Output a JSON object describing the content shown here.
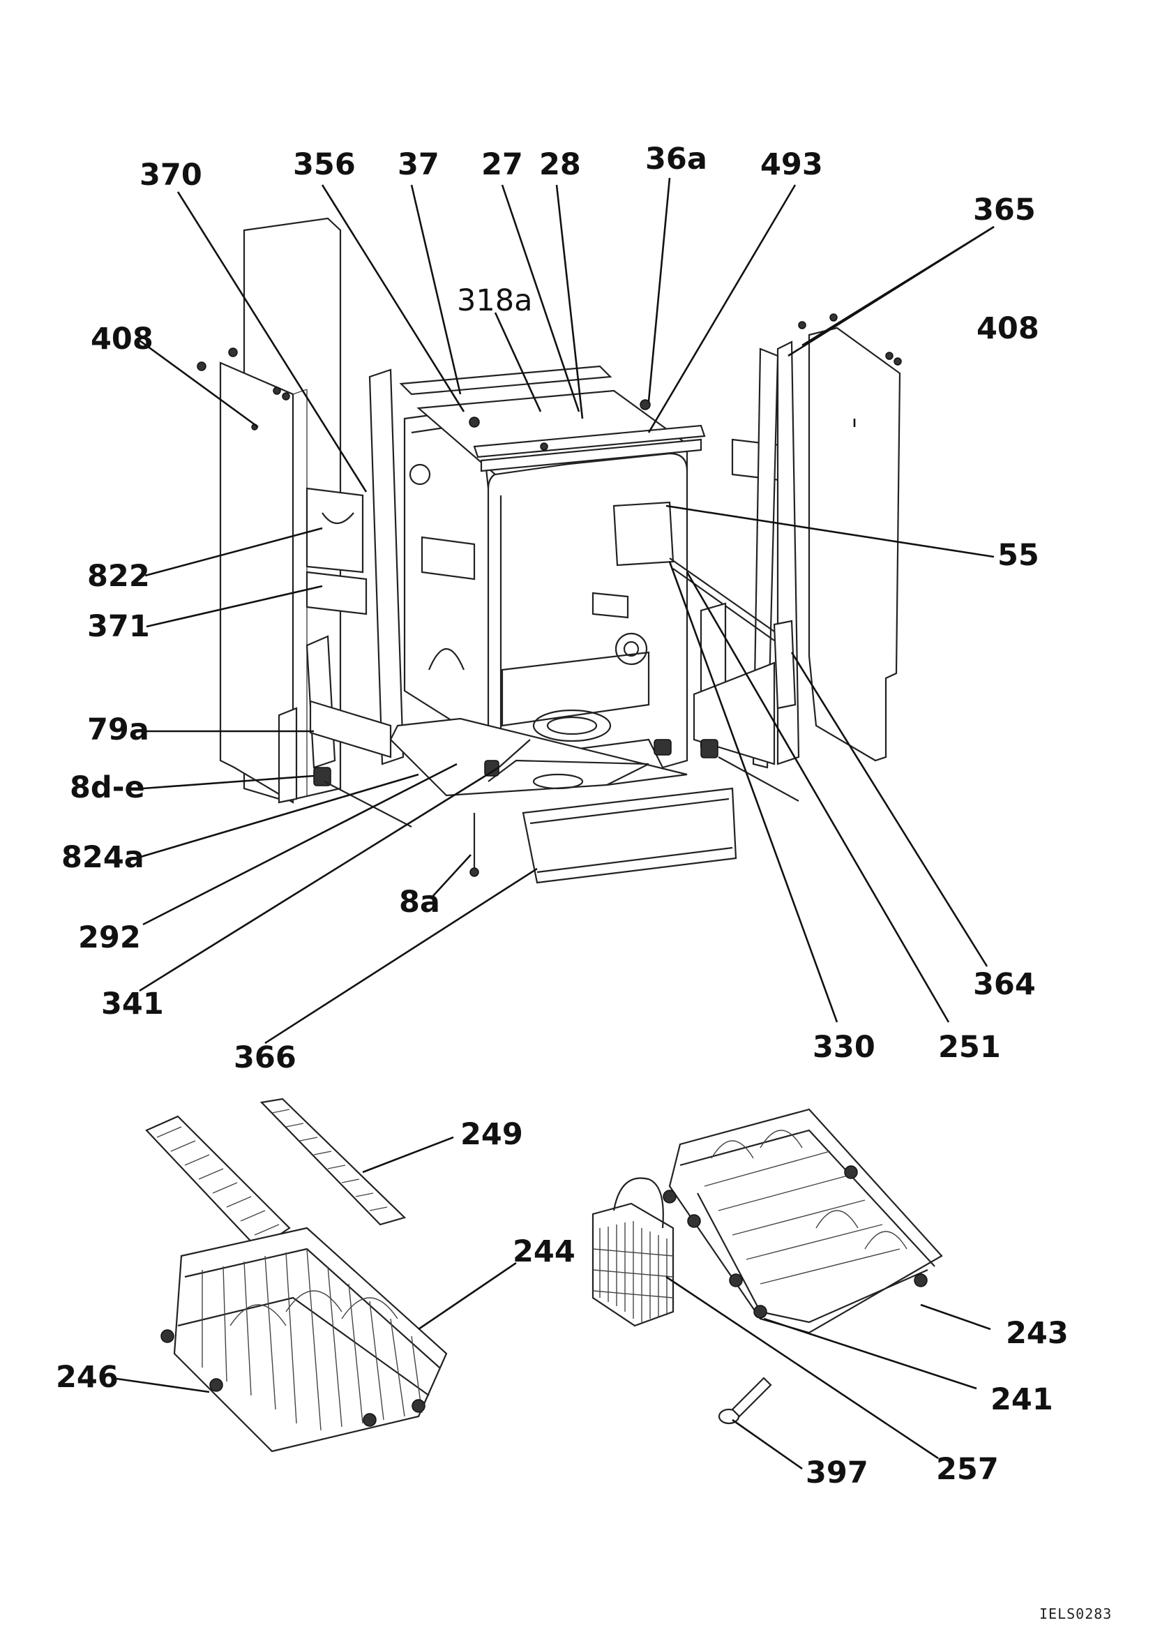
{
  "document_code": "IELS0283",
  "callouts": {
    "c370": "370",
    "c356": "356",
    "c37": "37",
    "c27": "27",
    "c28": "28",
    "c36a": "36a",
    "c493": "493",
    "c365": "365",
    "c318a": "318a",
    "c408_left": "408",
    "c408_right": "408",
    "c822": "822",
    "c55": "55",
    "c371": "371",
    "c79a": "79a",
    "c8de": "8d-e",
    "c824a": "824a",
    "c292": "292",
    "c8a": "8a",
    "c341": "341",
    "c366": "366",
    "c364": "364",
    "c330": "330",
    "c251": "251",
    "c249": "249",
    "c244": "244",
    "c246": "246",
    "c243": "243",
    "c241": "241",
    "c257": "257",
    "c397": "397"
  }
}
